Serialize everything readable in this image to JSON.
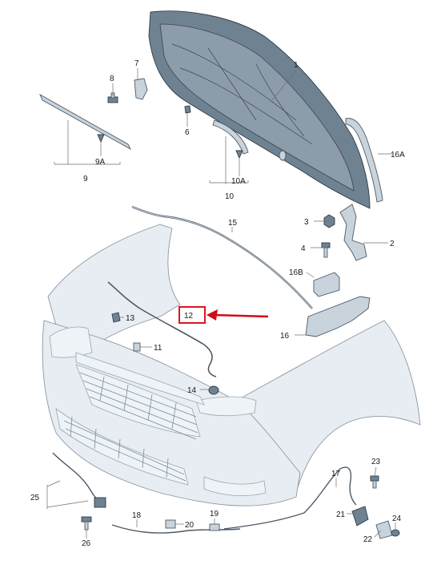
{
  "diagram": {
    "labels": {
      "l1": "1",
      "l2": "2",
      "l3": "3",
      "l4": "4",
      "l6": "6",
      "l7": "7",
      "l8": "8",
      "l9": "9",
      "l9a": "9A",
      "l10": "10",
      "l10a": "10A",
      "l11": "11",
      "l12": "12",
      "l13": "13",
      "l14": "14",
      "l15": "15",
      "l16": "16",
      "l16a": "16A",
      "l16b": "16B",
      "l17": "17",
      "l18": "18",
      "l19": "19",
      "l20": "20",
      "l21": "21",
      "l22": "22",
      "l23": "23",
      "l24": "24",
      "l25": "25",
      "l26": "26"
    },
    "highlight": {
      "box_color": "#e0141e",
      "arrow_color": "#d40b16"
    },
    "colors": {
      "hood": "#6f8291",
      "body": "#e7edf2",
      "outline": "#4e5a66"
    }
  }
}
